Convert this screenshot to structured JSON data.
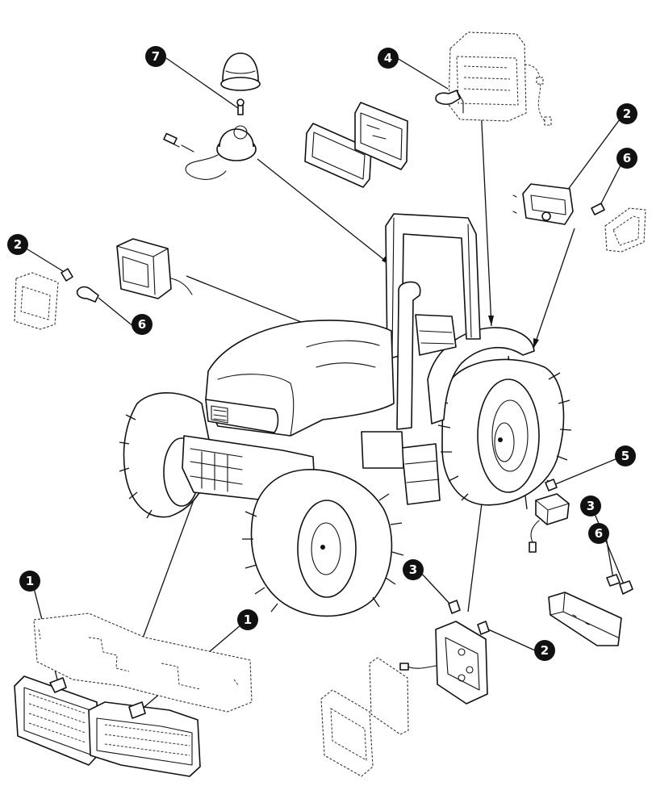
{
  "diagram": {
    "colors": {
      "ink": "#111111",
      "paper": "#ffffff",
      "callout_fill": "#111111",
      "callout_text": "#ffffff"
    },
    "callouts": [
      "7",
      "4",
      "2",
      "6",
      "2",
      "6",
      "5",
      "3",
      "6",
      "3",
      "2",
      "1",
      "1"
    ],
    "parts": [
      "beacon-lamp",
      "beacon-bulb",
      "beacon-base",
      "roof-work-lamp-front",
      "roof-work-lamp-lens",
      "rear-roof-lamp-dashed",
      "bulb-4",
      "side-lamp-right",
      "side-lamp-lens-right",
      "work-lamp-left",
      "lens-left",
      "bulb-small-2",
      "bulb-6",
      "tractor",
      "relay-5",
      "reflector-box",
      "bulb-3-right",
      "rear-lamp-assembly",
      "rear-lamp-lens",
      "rear-lamp-cover",
      "bulb-3-center",
      "bulb-2-center",
      "front-grille-bracket-dashed",
      "headlight-left",
      "headlight-right",
      "headlight-bulb-1a",
      "headlight-bulb-1b"
    ]
  }
}
